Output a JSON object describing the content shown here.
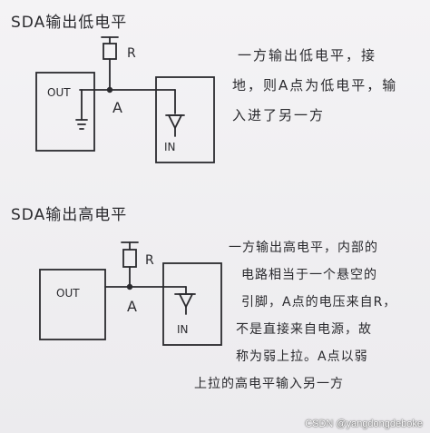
{
  "section_low": {
    "title": "SDA输出低电平",
    "resistor_label": "R",
    "node_label": "A",
    "left_box_label": "OUT",
    "right_box_label": "IN",
    "description_lines": [
      "一方输出低电平，接",
      "地，则A点为低电平，输",
      "入进了另一方"
    ]
  },
  "section_high": {
    "title": "SDA输出高电平",
    "resistor_label": "R",
    "node_label": "A",
    "left_box_label": "OUT",
    "right_box_label": "IN",
    "description_lines": [
      "一方输出高电平，内部的",
      "电路相当于一个悬空的",
      "引脚，A点的电压来自R，",
      "不是直接来自电源，故",
      "称为弱上拉。A点以弱",
      "上拉的高电平输入另一方"
    ]
  },
  "watermark": "CSDN @yangdongdeboke"
}
